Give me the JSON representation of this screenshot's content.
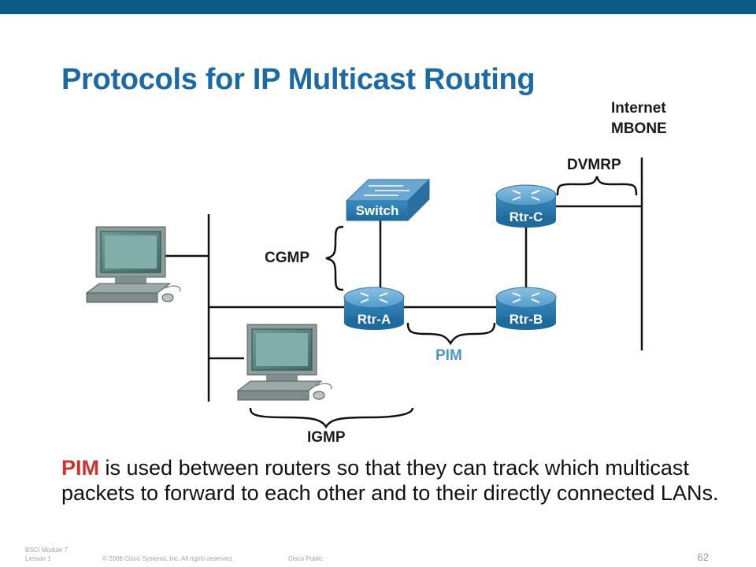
{
  "slide": {
    "title": "Protocols for IP Multicast Routing",
    "page_number": "62"
  },
  "diagram": {
    "internet_label_line1": "Internet",
    "internet_label_line2": "MBONE",
    "switch_label": "Switch",
    "routers": [
      {
        "label": "Rtr-A"
      },
      {
        "label": "Rtr-B"
      },
      {
        "label": "Rtr-C"
      }
    ],
    "protocols": {
      "dvmrp": "DVMRP",
      "cgmp": "CGMP",
      "pim": "PIM",
      "igmp": "IGMP"
    }
  },
  "body": {
    "highlight": "PIM",
    "text": " is used between routers so that they can track which multicast packets to forward to each other and to their directly connected LANs."
  },
  "footer": {
    "module_line1": "BSCI Module 7",
    "module_line2": "Lesson 1",
    "copyright": "© 2006 Cisco Systems, Inc. All rights reserved.",
    "classification": "Cisco Public"
  },
  "colors": {
    "title": "#1b6aa5",
    "top_bar": "#0b5b86",
    "router": "#3d8ec0",
    "highlight": "#d0312d",
    "pim_label": "#4b96c8"
  }
}
